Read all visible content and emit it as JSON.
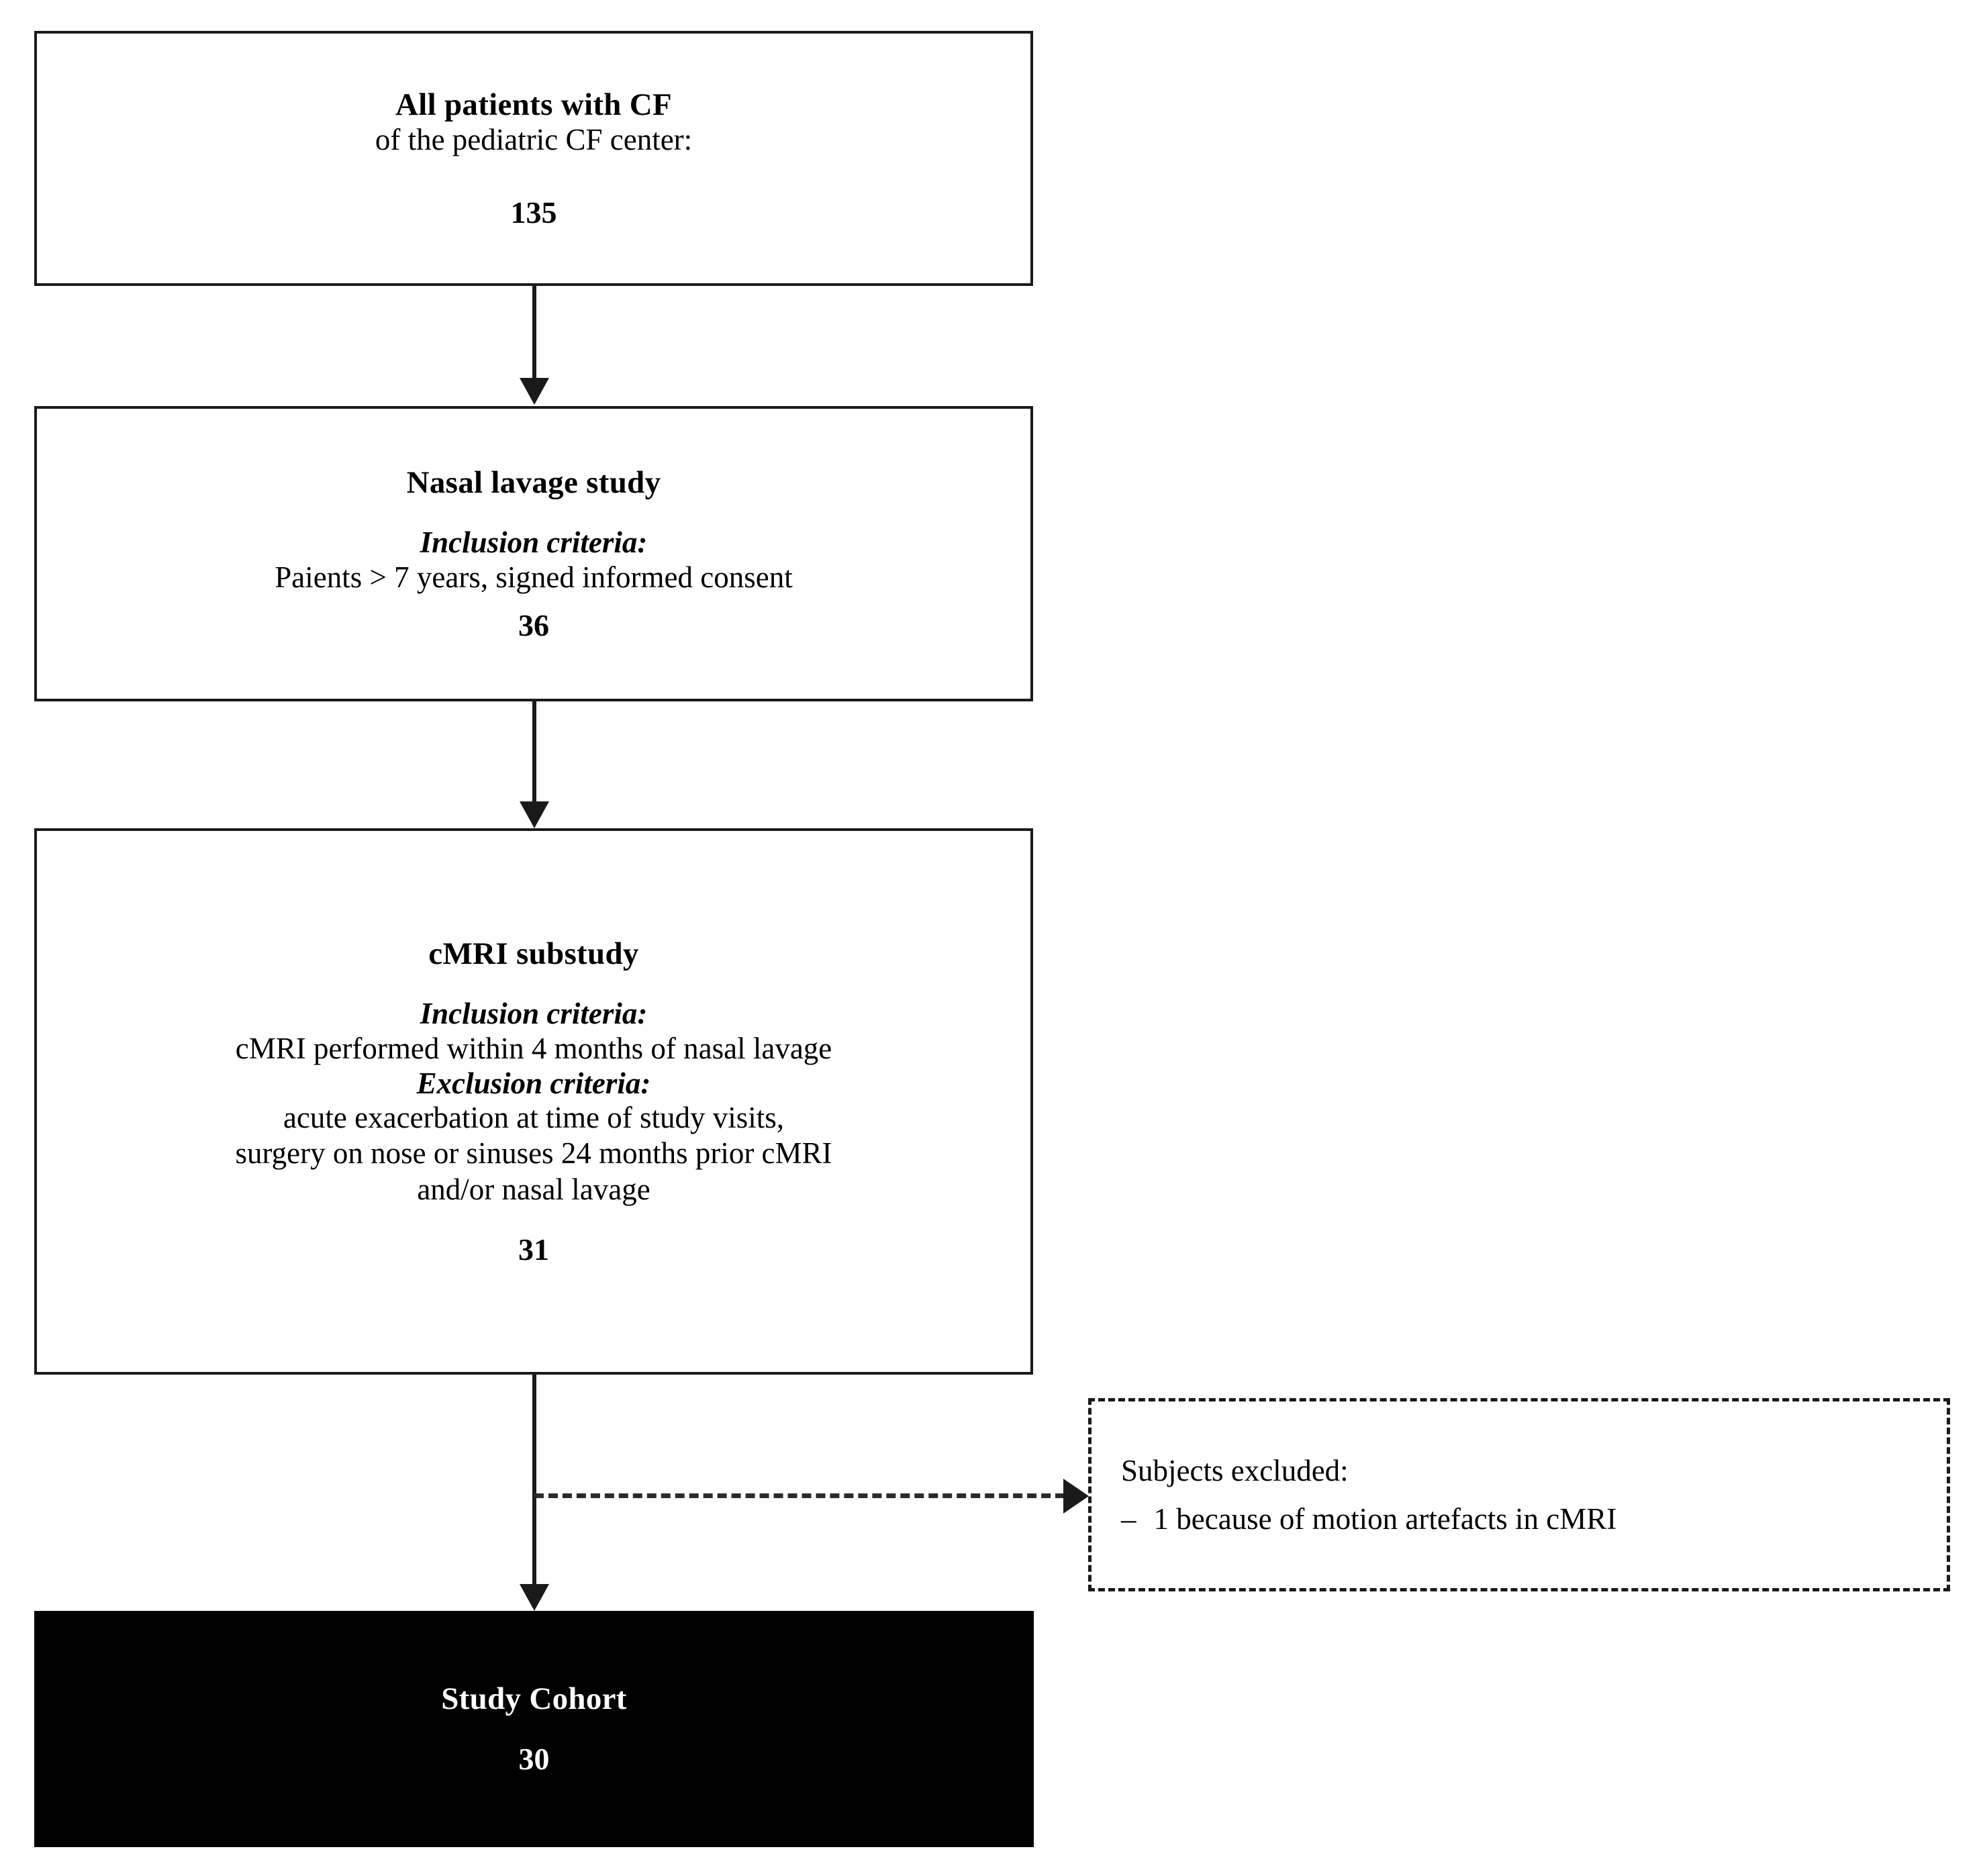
{
  "diagram": {
    "type": "study-flowchart",
    "boxes": {
      "all_patients": {
        "title_line1": "All patients with CF",
        "title_line2": "of the pediatric CF center:",
        "count": "135"
      },
      "nasal_lavage": {
        "title": "Nasal lavage study",
        "inclusion_label": "Inclusion  criteria:",
        "inclusion_line1": "Paients > 7 years, signed informed consent",
        "count": "36"
      },
      "cmri_substudy": {
        "title": "cMRI substudy",
        "inclusion_label": "Inclusion  criteria:",
        "inclusion_line1": "cMRI performed within 4 months of nasal lavage",
        "exclusion_label": "Exclusion  criteria:",
        "exclusion_line1": "acute exacerbation at time of study visits,",
        "exclusion_line2": "surgery on nose or sinuses 24 months prior cMRI",
        "exclusion_line3": "and/or nasal lavage",
        "count": "31"
      },
      "subjects_excluded": {
        "title": "Subjects excluded:",
        "item1_dash": "–",
        "item1_text": "1 because of motion artefacts in cMRI"
      },
      "study_cohort": {
        "title": "Study Cohort",
        "count": "30"
      }
    },
    "connectors": {
      "arrow1_name": "arrow-all-patients-to-nasal-lavage",
      "arrow2_name": "arrow-nasal-lavage-to-cmri",
      "arrow3_name": "arrow-cmri-to-study-cohort",
      "arrow4_name": "dashed-arrow-to-subjects-excluded"
    },
    "colors": {
      "stroke": "#1a1a1a",
      "cohort_fill": "#000000",
      "cohort_text": "#ffffff",
      "background": "#ffffff"
    }
  }
}
